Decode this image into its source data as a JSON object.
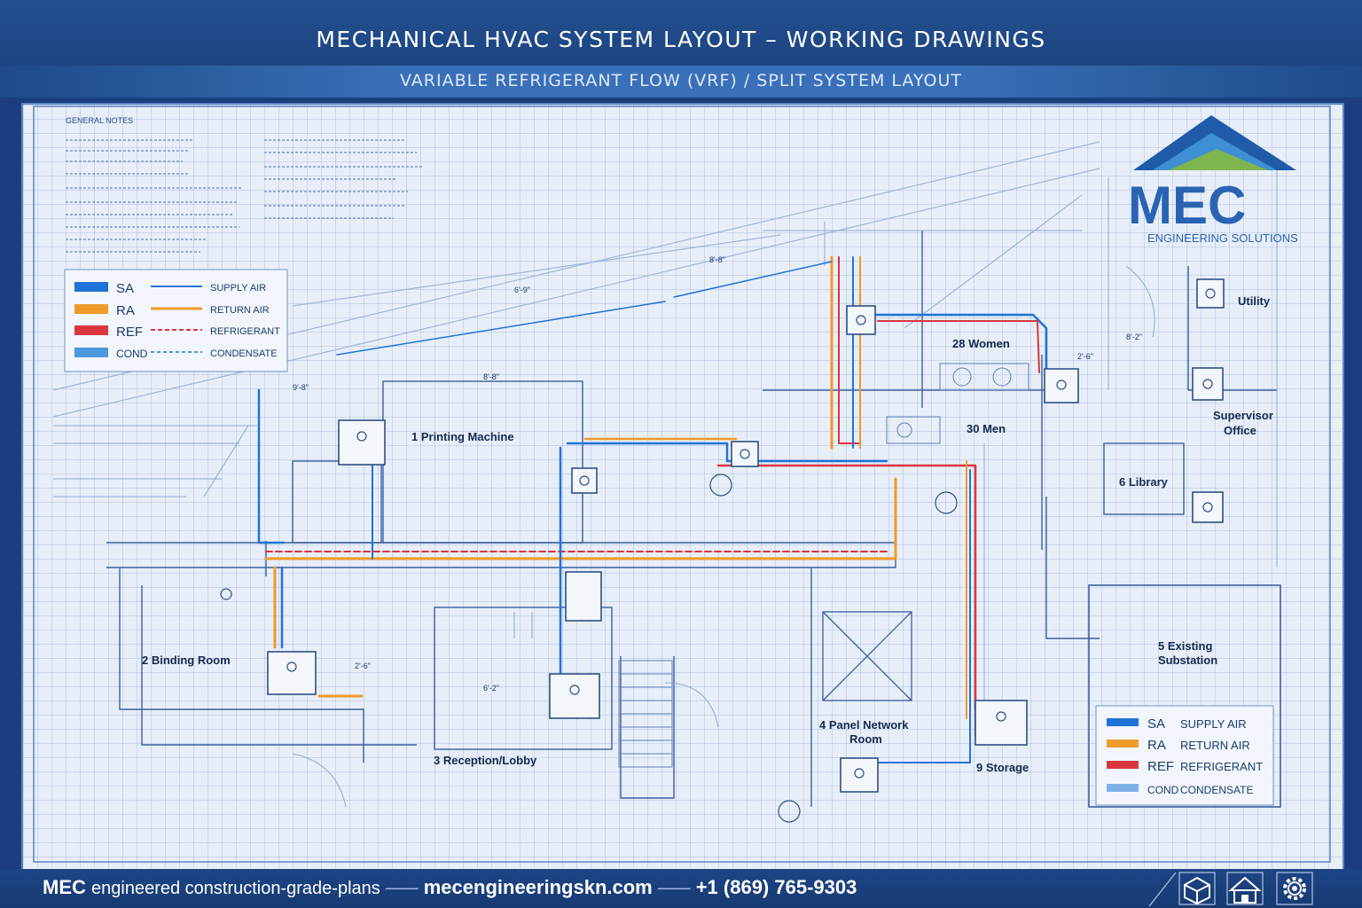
{
  "header": {
    "title": "MECHANICAL HVAC SYSTEM LAYOUT – WORKING DRAWINGS",
    "subtitle": "VARIABLE REFRIGERANT FLOW (VRF) / SPLIT SYSTEM LAYOUT"
  },
  "notes": {
    "heading": "GENERAL NOTES"
  },
  "legend_top": {
    "items": [
      {
        "code": "SA",
        "label": "SUPPLY AIR",
        "color": "#1f73d6"
      },
      {
        "code": "RA",
        "label": "RETURN AIR",
        "color": "#ef9a2a"
      },
      {
        "code": "REF",
        "label": "REFRIGERANT",
        "color": "#d9363e"
      },
      {
        "code": "COND",
        "label": "CONDENSATE",
        "color": "#4a98dd"
      }
    ]
  },
  "legend_bottom": {
    "items": [
      {
        "code": "SA",
        "label": "SUPPLY AIR",
        "color": "#1f73d6"
      },
      {
        "code": "RA",
        "label": "RETURN AIR",
        "color": "#ef9a2a"
      },
      {
        "code": "REF",
        "label": "REFRIGERANT",
        "color": "#d9363e"
      },
      {
        "code": "COND",
        "label": "CONDENSATE",
        "color": "#7fb0e6"
      }
    ]
  },
  "logo": {
    "name": "MEC",
    "tagline": "ENGINEERING SOLUTIONS"
  },
  "rooms": {
    "printing": "1 Printing Machine",
    "binding": "2 Binding Room",
    "reception": "3 Reception/Lobby",
    "panel_line1": "4 Panel Network",
    "panel_line2": "Room",
    "substation_line1": "5 Existing",
    "substation_line2": "Substation",
    "library": "6 Library",
    "storage": "9 Storage",
    "women": "28 Women",
    "men": "30 Men",
    "utility": "Utility",
    "supervisor_line1": "Supervisor",
    "supervisor_line2": "Office"
  },
  "dims": {
    "d1": "8'-8\"",
    "d2": "6'-9\"",
    "d3": "8'-8\"",
    "d4": "9'-8\"",
    "d5": "6'-2\"",
    "d6": "2'-6\"",
    "d7": "2'-6\"",
    "d8": "8'-2\""
  },
  "footer": {
    "brand": "MEC",
    "tagline": "engineered construction-grade-plans",
    "website": "mecengineeringskn.com",
    "phone": "+1 (869) 765-9303"
  },
  "footer_icons": [
    "cube-icon",
    "home-icon",
    "gear-icon"
  ]
}
